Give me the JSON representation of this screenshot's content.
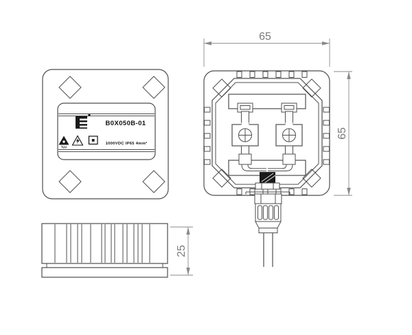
{
  "drawing": {
    "kind": "pv-junction-box-technical-drawing",
    "views": [
      "front-view",
      "open-cover-view",
      "side-view"
    ]
  },
  "dimensions": {
    "width": "65",
    "height": "65",
    "depth": "25"
  },
  "front_view": {
    "label": {
      "model": "B0X050B-01",
      "ratings": "1000VDC  IP65  4mm²",
      "marks": [
        {
          "name": "tuv-mark-icon",
          "text": "TUV"
        },
        {
          "name": "high-voltage-warning-icon"
        },
        {
          "name": "class-ii-insulation-icon"
        }
      ],
      "logo": "brand-logo"
    },
    "mounting_corners": 4
  },
  "open_view": {
    "terminals": 2,
    "screws": 2,
    "cable_gland": "cable-gland-with-cable",
    "mounting_corners": 4
  },
  "side_view": {
    "feature": "heatsink-fins-with-base-plate"
  },
  "colors": {
    "background": "#ffffff",
    "line": "#4d4d4d",
    "dimension_line": "#8a8a8a",
    "dimension_text": "#7a7a7a",
    "label_text": "#111111",
    "gland_fill": "#1a1a1a"
  }
}
